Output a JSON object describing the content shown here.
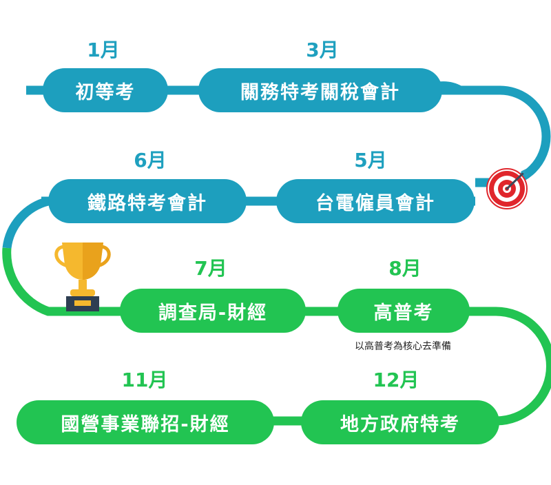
{
  "colors": {
    "teal": "#1d9fbe",
    "green": "#22c452",
    "target_red": "#e0262c",
    "trophy_gold": "#f5b82e"
  },
  "icons": {
    "goal": "target-icon",
    "award": "trophy-icon"
  },
  "timeline": [
    {
      "month": "1月",
      "exam": "初等考"
    },
    {
      "month": "3月",
      "exam": "關務特考關稅會計"
    },
    {
      "month": "5月",
      "exam": "台電僱員會計"
    },
    {
      "month": "6月",
      "exam": "鐵路特考會計"
    },
    {
      "month": "7月",
      "exam": "調查局-財經"
    },
    {
      "month": "8月",
      "exam": "高普考",
      "note": "以高普考為核心去準備"
    },
    {
      "month": "11月",
      "exam": "國營事業聯招-財經"
    },
    {
      "month": "12月",
      "exam": "地方政府特考"
    }
  ]
}
